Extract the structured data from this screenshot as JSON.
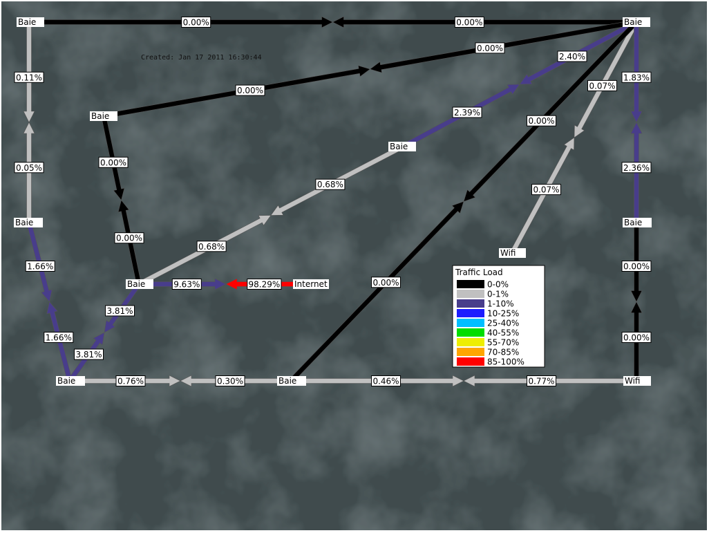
{
  "created": "Created: Jan 17 2011 16:30:44",
  "legend": {
    "title": "Traffic Load",
    "items": [
      {
        "label": "0-0%",
        "color": "#000000"
      },
      {
        "label": "0-1%",
        "color": "#c0c0c0"
      },
      {
        "label": "1-10%",
        "color": "#483d8b"
      },
      {
        "label": "10-25%",
        "color": "#1c1cff"
      },
      {
        "label": "25-40%",
        "color": "#00bfff"
      },
      {
        "label": "40-55%",
        "color": "#00dd00"
      },
      {
        "label": "55-70%",
        "color": "#eeee00"
      },
      {
        "label": "70-85%",
        "color": "#ffa500"
      },
      {
        "label": "85-100%",
        "color": "#ff0000"
      }
    ]
  },
  "nodes": [
    {
      "id": "n1",
      "label": "Baie"
    },
    {
      "id": "n2",
      "label": "Baie"
    },
    {
      "id": "n3",
      "label": "Baie"
    },
    {
      "id": "n4",
      "label": "Baie"
    },
    {
      "id": "n5",
      "label": "Baie"
    },
    {
      "id": "n6",
      "label": "Baie"
    },
    {
      "id": "n7",
      "label": "Baie"
    },
    {
      "id": "n8",
      "label": "Baie"
    },
    {
      "id": "n9",
      "label": "Baie"
    },
    {
      "id": "n10",
      "label": "Wifi"
    },
    {
      "id": "n11",
      "label": "Wifi"
    },
    {
      "id": "n12",
      "label": "Internet"
    }
  ],
  "links": [
    {
      "id": "l1",
      "from": "n1",
      "to": "n2",
      "out": "0.00%",
      "in": "0.00%"
    },
    {
      "id": "l2",
      "from": "n1",
      "to": "n5",
      "out": "0.11%",
      "in": "0.05%"
    },
    {
      "id": "l3",
      "from": "n3",
      "to": "n2",
      "out": "0.00%",
      "in": "0.00%"
    },
    {
      "id": "l4",
      "from": "n3",
      "to": "n7",
      "out": "0.00%",
      "in": "0.00%"
    },
    {
      "id": "l5",
      "from": "n2",
      "to": "n4",
      "out": "2.40%",
      "in": "2.39%"
    },
    {
      "id": "l6",
      "from": "n2",
      "to": "n11",
      "out": "0.07%",
      "in": "0.07%"
    },
    {
      "id": "l7",
      "from": "n2",
      "to": "n9",
      "out": "0.00%",
      "in": "0.00%"
    },
    {
      "id": "l8",
      "from": "n2",
      "to": "n6",
      "out": "1.83%",
      "in": "2.36%"
    },
    {
      "id": "l9",
      "from": "n4",
      "to": "n7",
      "out": "0.68%",
      "in": "0.68%"
    },
    {
      "id": "l10",
      "from": "n6",
      "to": "n10",
      "out": "0.00%",
      "in": "0.00%"
    },
    {
      "id": "l11",
      "from": "n5",
      "to": "n8",
      "out": "1.66%",
      "in": "1.66%"
    },
    {
      "id": "l12",
      "from": "n7",
      "to": "n8",
      "out": "3.81%",
      "in": "3.81%"
    },
    {
      "id": "l13",
      "from": "n7",
      "to": "n12",
      "out": "9.63%",
      "in": "98.29%"
    },
    {
      "id": "l14",
      "from": "n8",
      "to": "n9",
      "out": "0.76%",
      "in": "0.30%"
    },
    {
      "id": "l15",
      "from": "n9",
      "to": "n10",
      "out": "0.46%",
      "in": "0.77%"
    }
  ]
}
